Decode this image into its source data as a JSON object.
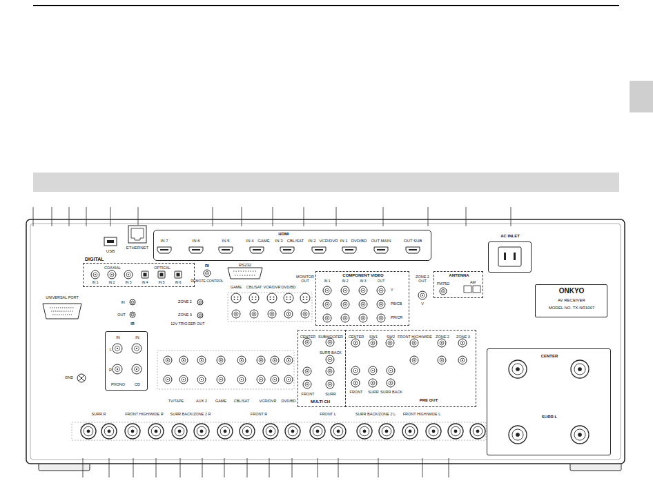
{
  "diagram": {
    "nodes": [
      {
        "text": [
          "HDMI"
        ]
      },
      {
        "text": [
          "AC INLET"
        ]
      },
      {
        "text": [
          "DIGITAL",
          "COAXIAL",
          "OPTICAL"
        ]
      },
      {
        "text": [
          "COMPONENT VIDEO"
        ]
      },
      {
        "text": [
          "ANTENNA",
          "FM75Ω",
          "AM"
        ]
      },
      {
        "text": [
          "ONKYO",
          "AV RECEIVER",
          "MODEL NO. TX-NR1007"
        ]
      },
      {
        "text": [
          "IN",
          "IN",
          "L",
          "R",
          "PHONO",
          "CD"
        ]
      },
      {
        "text": [
          "CENTER",
          "SUBWOOFER",
          "SURR BACK",
          "FRONT",
          "SURR",
          "MULTI CH"
        ]
      },
      {
        "text": [
          "CENTER",
          "SW1",
          "SW2",
          "FRONT HIGH/WIDE",
          "ZONE 2",
          "ZONE 3",
          "FRONT",
          "SURR",
          "SURR BACK",
          "PRE OUT"
        ]
      },
      {
        "text": [
          "CENTER",
          "SURR L"
        ]
      }
    ],
    "labels": [
      "USB",
      "ETHERNET",
      "IN 7",
      "IN 6",
      "IN 5",
      "IN 4",
      "GAME",
      "IN 3",
      "CBL/SAT",
      "IN 2",
      "VCR/DVR",
      "IN 1",
      "DVD/BD",
      "OUT MAIN",
      "OUT SUB",
      "IN 1",
      "IN 2",
      "IN 3",
      "IN 4",
      "IN 5",
      "IN 6",
      "RI",
      "REMOTE CONTROL",
      "RS232",
      "GAME",
      "CBL/SAT",
      "VCR/DVR",
      "DVD/BD",
      "MONITOR OUT",
      "IN 1",
      "IN 2",
      "IN 3",
      "OUT",
      "Y",
      "PB/CB",
      "PR/CR",
      "ZONE 2 OUT",
      "V",
      "UNIVERSAL PORT",
      "IN",
      "OUT",
      "IR",
      "ZONE 2",
      "ZONE 3",
      "12V TRIGGER OUT",
      "GND",
      "TV/TAPE",
      "AUX 2",
      "GAME",
      "CBL/SAT",
      "VCR/DVR",
      "DVD/BD",
      "SURR R",
      "FRONT HIGH/WIDE R",
      "SURR BACK/ZONE 2 R",
      "FRONT R",
      "FRONT L",
      "SURR BACK/ZONE 2 L",
      "FRONT HIGH/WIDE L"
    ]
  }
}
